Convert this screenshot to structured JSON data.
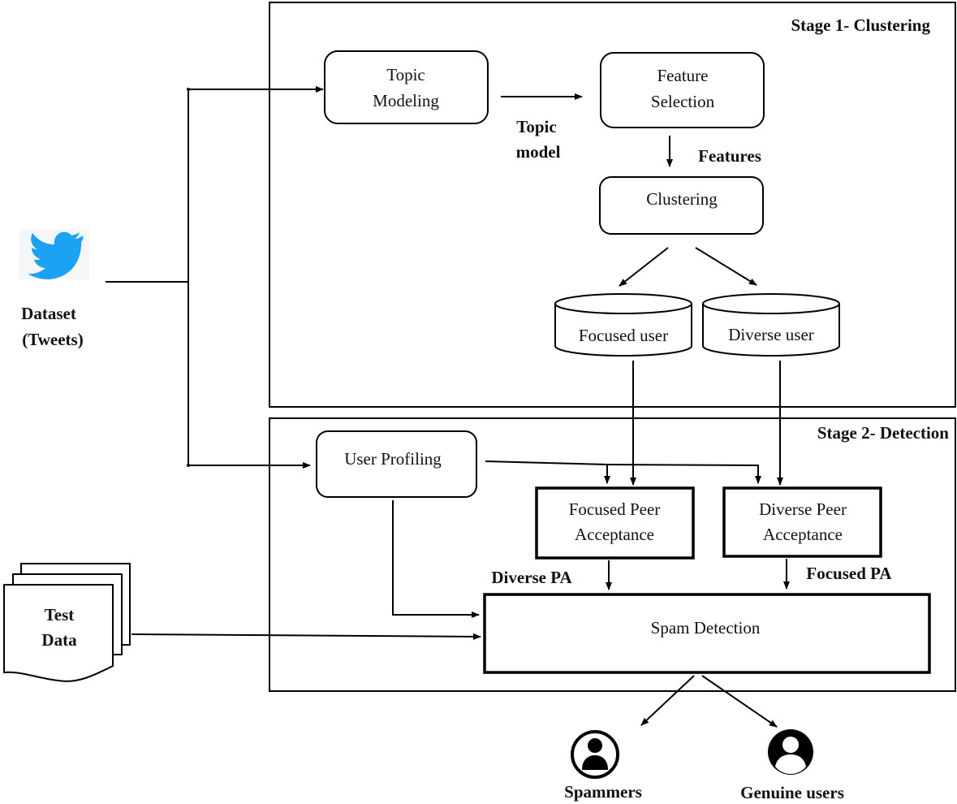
{
  "stage1": {
    "title": "Stage 1- Clustering"
  },
  "stage2": {
    "title": "Stage 2- Detection"
  },
  "dataset": {
    "line1": "Dataset",
    "line2": "(Tweets)"
  },
  "test_data": {
    "line1": "Test",
    "line2": "Data"
  },
  "nodes": {
    "topic_modeling": {
      "line1": "Topic",
      "line2": "Modeling"
    },
    "feature_selection": {
      "line1": "Feature",
      "line2": "Selection"
    },
    "clustering": {
      "label": "Clustering"
    },
    "focused_user": {
      "label": "Focused user"
    },
    "diverse_user": {
      "label": "Diverse user"
    },
    "user_profiling": {
      "label": "User Profiling"
    },
    "focused_peer": {
      "line1": "Focused Peer",
      "line2": "Acceptance"
    },
    "diverse_peer": {
      "line1": "Diverse Peer",
      "line2": "Acceptance"
    },
    "spam_detection": {
      "label": "Spam Detection"
    }
  },
  "edge_labels": {
    "topic_model_1": "Topic",
    "topic_model_2": "model",
    "features": "Features",
    "diverse_pa": "Diverse PA",
    "focused_pa": "Focused PA"
  },
  "outputs": {
    "spammers": "Spammers",
    "genuine": "Genuine users"
  },
  "colors": {
    "twitter_blue": "#1DA1F2",
    "line": "#000000"
  },
  "icons": {
    "dataset": "twitter-bird-icon",
    "test_data": "document-stack-icon",
    "users": "user-avatar-icon"
  }
}
